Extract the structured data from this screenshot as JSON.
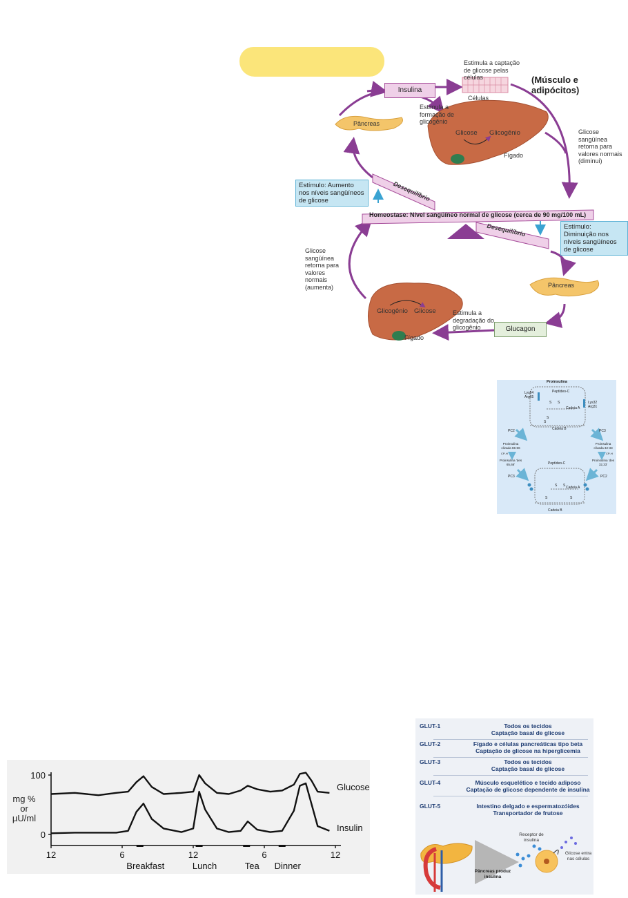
{
  "glucose_cycle": {
    "musculo": "(Músculo e adipócitos)",
    "celulas_note": "Estimula a captação de glicose pelas células",
    "celulas": "Células",
    "insulina": "Insulina",
    "glicogenio_note": "Estimula a formação de glicogênio",
    "pancreas_top": "Pâncreas",
    "liver_top_glicose": "Glicose",
    "liver_top_glicogenio": "Glicogênio",
    "figado_top": "Fígado",
    "retorna_diminui": "Glicose sangüínea retorna para valores normais (diminui)",
    "estimulo_aumento": "Estímulo: Aumento nos níveis sangüíneos de glicose",
    "desequilibrio_1": "Desequilíbrio",
    "homeostase": "Homeostase: Nível sangüíneo normal de glicose (cerca de 90 mg/100 mL)",
    "desequilibrio_2": "Desequilíbrio",
    "estimulo_diminuicao": "Estímulo: Diminuição nos níveis sangüíneos de glicose",
    "retorna_aumenta": "Glicose sangüínea retorna para valores normais (aumenta)",
    "pancreas_bottom": "Pâncreas",
    "liver_bottom_glicogenio": "Glicogênio",
    "liver_bottom_glicose": "Glicose",
    "degradacao_note": "Estimula a degradação do glicogênio",
    "glucagon": "Glucagon",
    "figado_bottom": "Fígado"
  },
  "proinsulin": {
    "title": "Proinsulina",
    "lys64": "Lys64",
    "arg65": "Arg65",
    "peptideo_c": "Peptídeo-C",
    "lys32": "Lys32",
    "arg31": "Arg31",
    "cadeia_a": "Cadeia A",
    "cadeia_b": "Cadeia B",
    "pc2_left": "PC2",
    "pc3_right": "PC3",
    "clivada_left": "Proinsulina clivada 65-66",
    "clivada_right": "Proinsulina clivada 32-33",
    "cph_left": "CP-H",
    "cph_right": "CP-H",
    "des_left": "Proinsulina 'des 65,66'",
    "des_right": "Proinsulina 'des 32,33'",
    "pc3_left": "PC3",
    "pc2_right": "PC2",
    "peptideo_c_2": "Peptídeo-C",
    "cadeia_a_2": "Cadeia A",
    "cadeia_b_2": "Cadeia B",
    "s": "S"
  },
  "chart_data": {
    "type": "line",
    "x_ticks": [
      "12",
      "6",
      "12",
      "6",
      "12"
    ],
    "x_hours": [
      0,
      6,
      12,
      18,
      24
    ],
    "meal_labels": [
      "Breakfast",
      "Lunch",
      "Tea",
      "Dinner"
    ],
    "meal_times": [
      7.5,
      12.5,
      16.5,
      19.5
    ],
    "ylabel": "mg % or µU/ml",
    "y_ticks": [
      "100",
      "0"
    ],
    "ylim": [
      0,
      100
    ],
    "grid": false,
    "series": [
      {
        "name": "Glucose",
        "x": [
          0,
          2,
          4,
          5.5,
          6.5,
          7.2,
          7.8,
          8.5,
          9.5,
          11,
          12,
          12.5,
          13,
          14,
          15,
          16,
          16.6,
          17.4,
          18.5,
          19.5,
          20.5,
          21,
          21.5,
          22,
          22.5,
          23.5
        ],
        "values": [
          68,
          70,
          66,
          70,
          72,
          88,
          98,
          80,
          68,
          70,
          72,
          100,
          86,
          70,
          68,
          74,
          82,
          76,
          72,
          74,
          84,
          102,
          104,
          90,
          72,
          70
        ]
      },
      {
        "name": "Insulin",
        "x": [
          0,
          2,
          4,
          5.5,
          6.5,
          7.2,
          7.8,
          8.5,
          9.5,
          11,
          12,
          12.5,
          13,
          14,
          15,
          16,
          16.6,
          17.4,
          18.5,
          19.5,
          20.5,
          21,
          21.5,
          22,
          22.5,
          23.5
        ],
        "values": [
          2,
          3,
          3,
          3,
          6,
          38,
          52,
          26,
          10,
          4,
          10,
          72,
          42,
          10,
          4,
          6,
          22,
          8,
          4,
          6,
          40,
          82,
          86,
          50,
          14,
          6
        ]
      }
    ],
    "series_labels": [
      "Glucose",
      "Insulin"
    ]
  },
  "glut_table": {
    "rows": [
      {
        "tag": "GLUT-1",
        "line1": "Todos os tecidos",
        "line2": "Captação basal de glicose"
      },
      {
        "tag": "GLUT-2",
        "line1": "Fígado e células pancreáticas tipo beta",
        "line2": "Captação de glicose na hiperglicemia"
      },
      {
        "tag": "GLUT-3",
        "line1": "Todos os tecidos",
        "line2": "Captação basal de glicose"
      },
      {
        "tag": "GLUT-4",
        "line1": "Músculo esquelético e tecido adiposo",
        "line2": "Captação de glicose dependente de insulina"
      },
      {
        "tag": "GLUT-5",
        "line1": "Intestino delgado e espermatozóides",
        "line2": "Transportador de frutose"
      }
    ],
    "receptor": "Receptor de insulina",
    "glicose_entra": "Glicose entra nas células",
    "pancreas_produz": "Pâncreas produz insulina"
  },
  "colors": {
    "purple_arrow": "#8a3d93",
    "liver": "#c86a45",
    "pancreas": "#f4c56a",
    "highlight_yellow": "#fbe57a",
    "blue_box": "#c6e6f3",
    "glut_text": "#1f3d73"
  }
}
